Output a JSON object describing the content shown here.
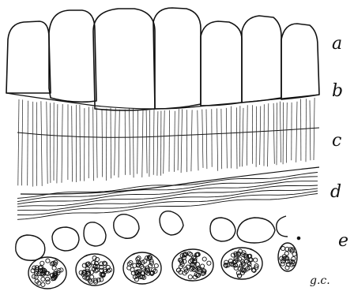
{
  "figure": {
    "labels": {
      "a": "a",
      "b": "b",
      "c": "c",
      "d": "d",
      "e": "e",
      "gc": "g.c."
    },
    "colors": {
      "ink": "#111111",
      "paper": "#ffffff"
    }
  }
}
